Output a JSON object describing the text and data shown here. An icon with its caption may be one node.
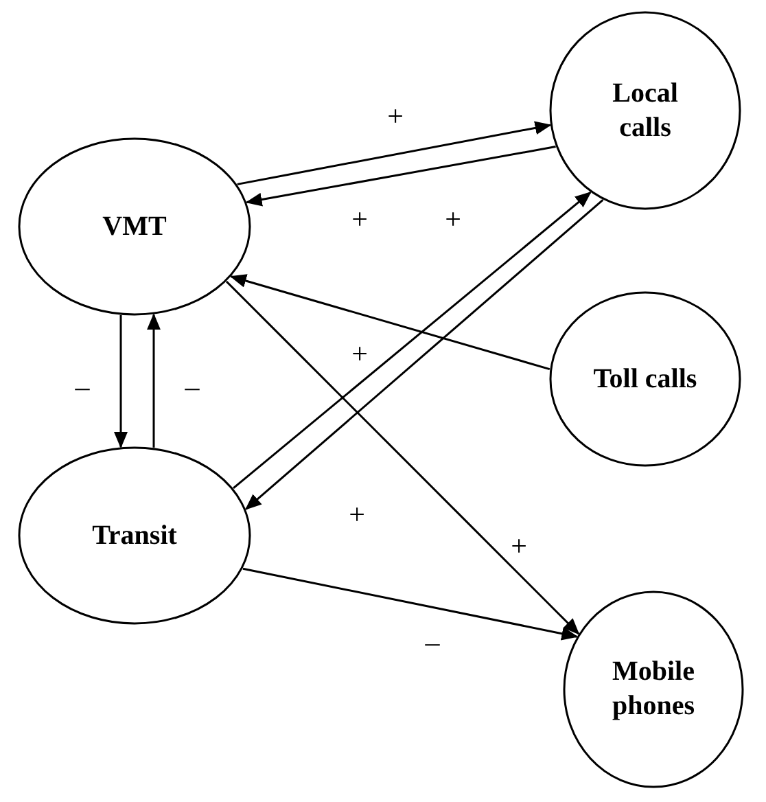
{
  "diagram": {
    "nodes": [
      {
        "text": [
          "VMT"
        ]
      },
      {
        "text": [
          "Local calls"
        ]
      },
      {
        "text": [
          "Toll calls"
        ]
      },
      {
        "text": [
          "Transit"
        ]
      },
      {
        "text": [
          "Mobile phones"
        ]
      }
    ],
    "edges": [
      {
        "from": 0,
        "to": 1,
        "arrow": "to",
        "label": "+"
      },
      {
        "from": 1,
        "to": 0,
        "arrow": "to",
        "label": "+"
      },
      {
        "from": 3,
        "to": 1,
        "arrow": "to",
        "label": "+"
      },
      {
        "from": 1,
        "to": 3,
        "arrow": "to",
        "label": "+"
      },
      {
        "from": 2,
        "to": 0,
        "arrow": "to",
        "label": "+"
      },
      {
        "from": 0,
        "to": 4,
        "arrow": "to",
        "label": "+"
      },
      {
        "from": 0,
        "to": 3,
        "arrow": "to",
        "label": "–"
      },
      {
        "from": 3,
        "to": 0,
        "arrow": "to",
        "label": "–"
      },
      {
        "from": 3,
        "to": 4,
        "arrow": "to",
        "label": "–"
      }
    ]
  }
}
